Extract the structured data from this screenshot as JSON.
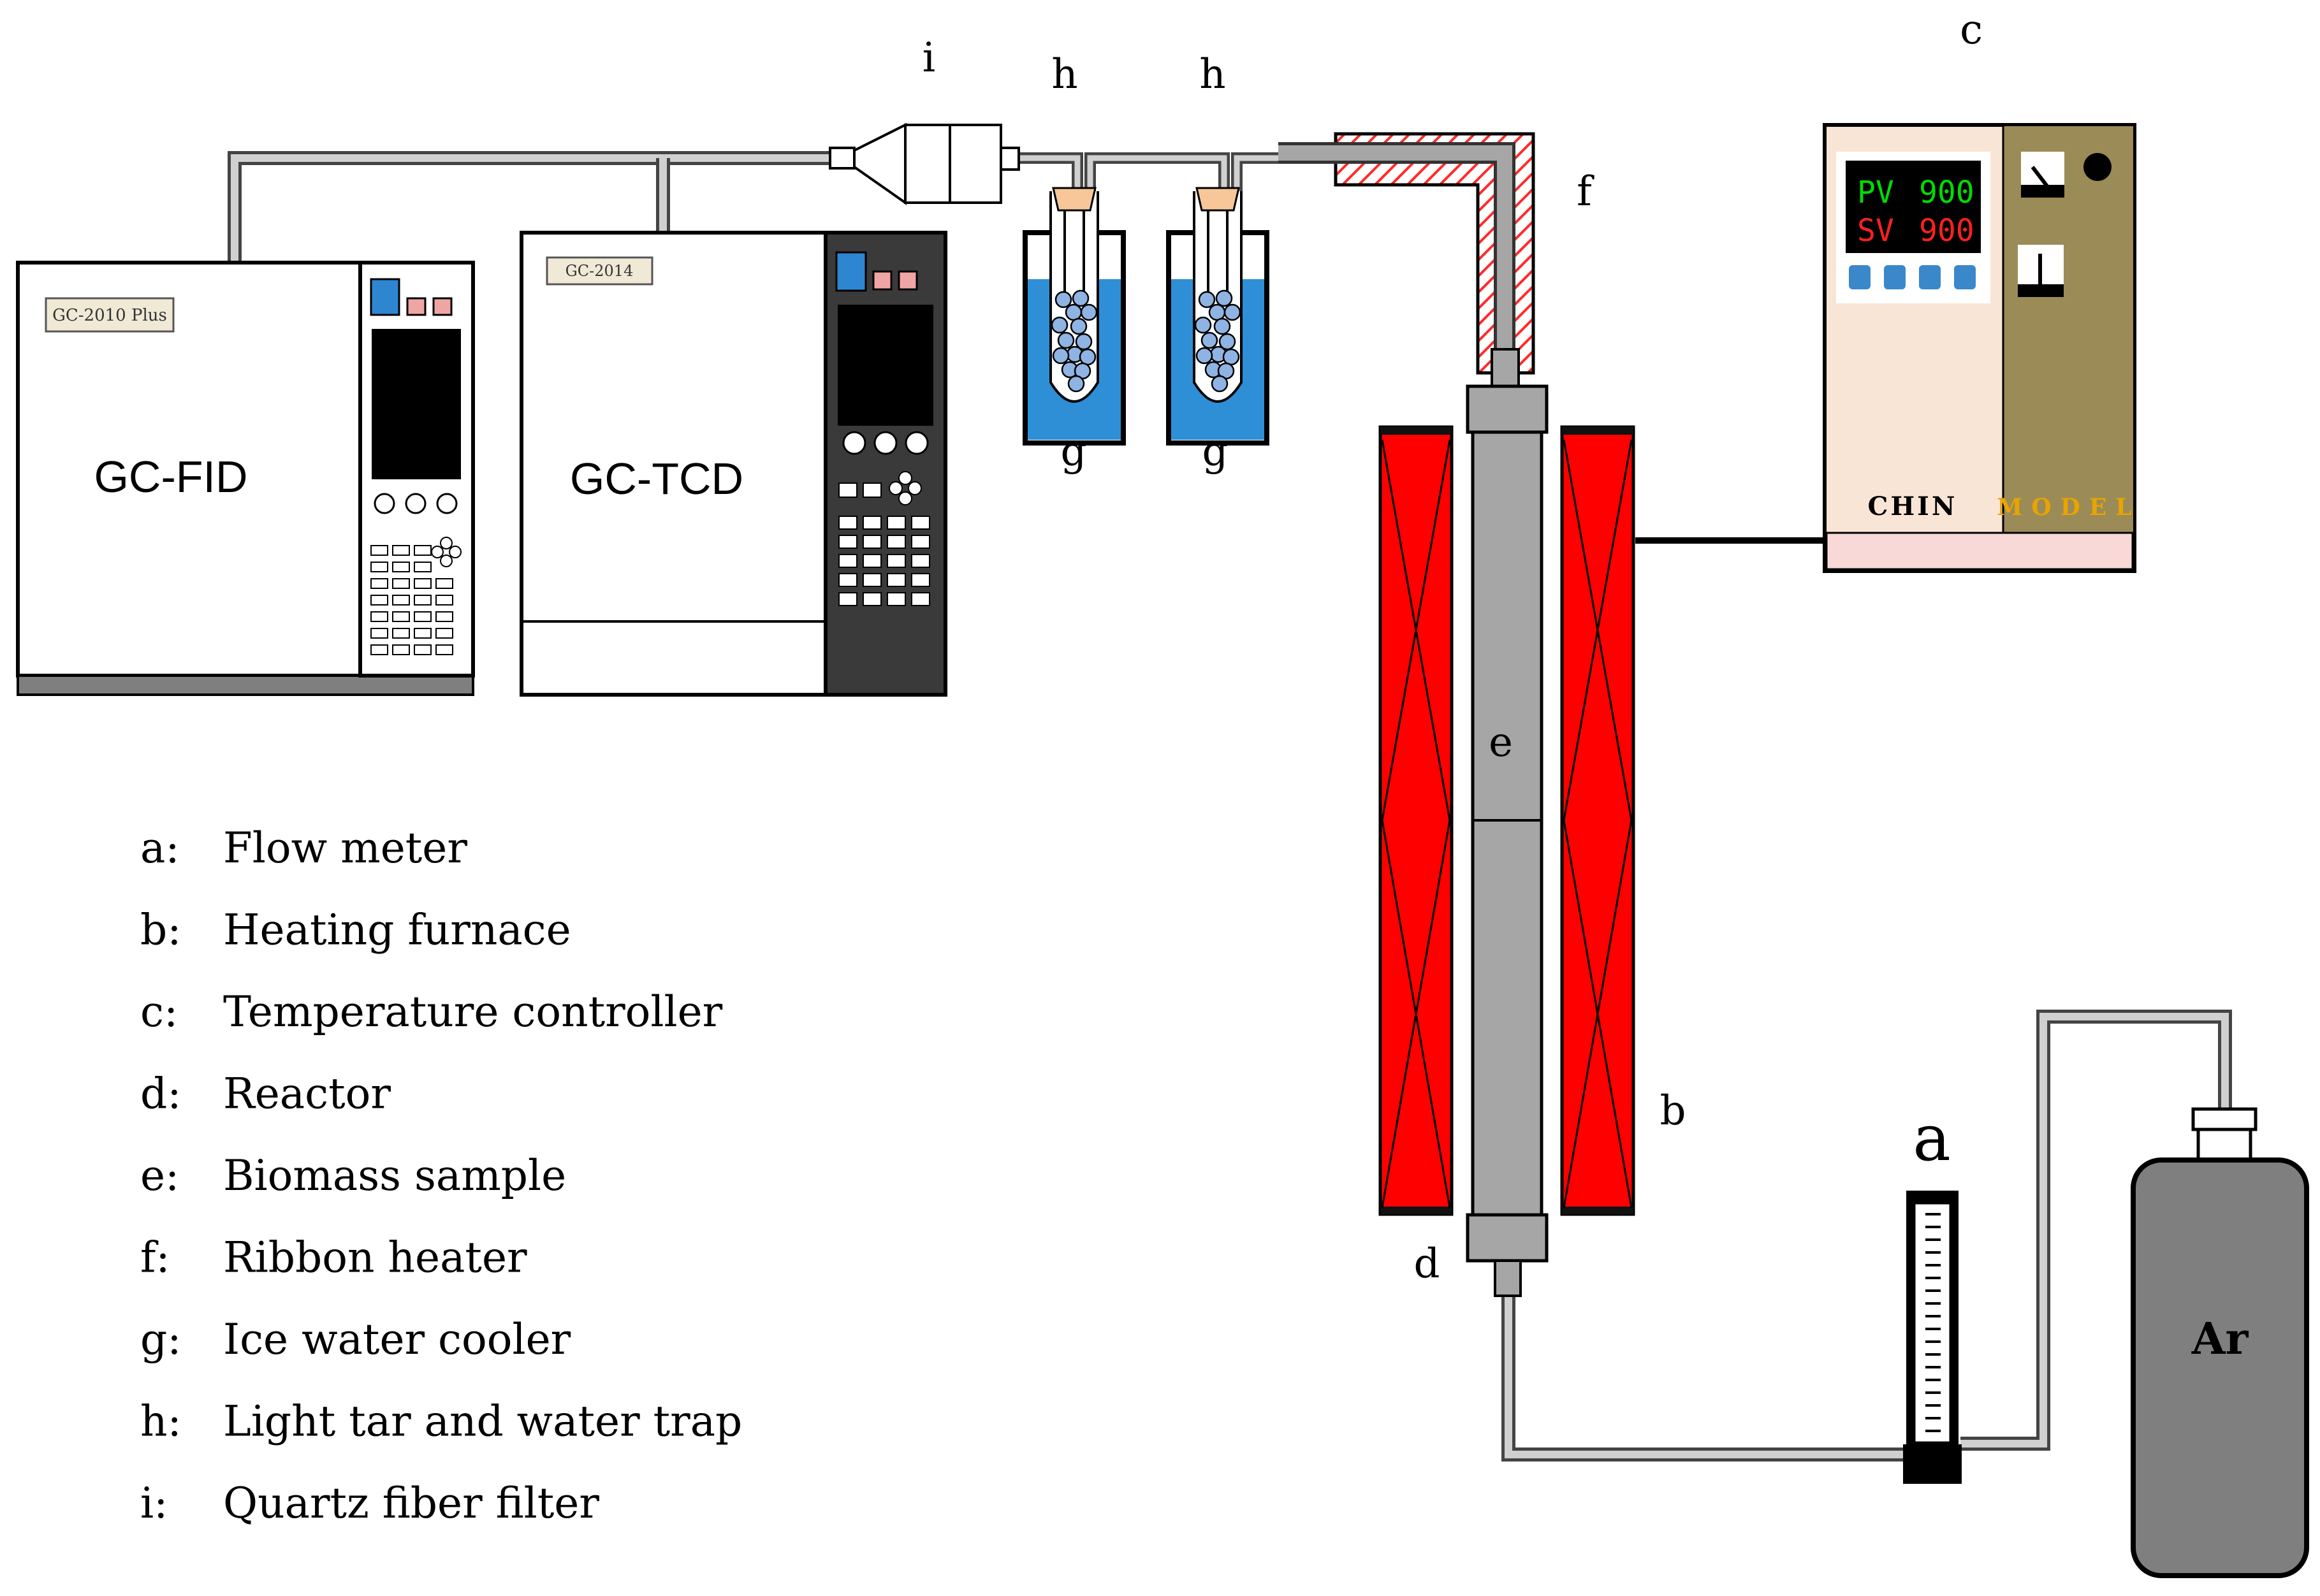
{
  "instruments": {
    "gc_fid": {
      "badge": "GC-2010 Plus",
      "name": "GC-FID"
    },
    "gc_tcd": {
      "badge": "GC-2014",
      "name": "GC-TCD"
    }
  },
  "controller": {
    "pv_label": "PV",
    "pv_value": "900",
    "sv_label": "SV",
    "sv_value": "900",
    "brand": "CHIN",
    "model": "MODEL"
  },
  "component_labels": {
    "a": "a",
    "b": "b",
    "c": "c",
    "d": "d",
    "e": "e",
    "f": "f",
    "g1": "g",
    "g2": "g",
    "h1": "h",
    "h2": "h",
    "i": "i"
  },
  "cylinder": {
    "gas": "Ar"
  },
  "legend": [
    {
      "key": "a:",
      "text": "Flow meter"
    },
    {
      "key": "b:",
      "text": "Heating furnace"
    },
    {
      "key": "c:",
      "text": "Temperature controller"
    },
    {
      "key": "d:",
      "text": "Reactor"
    },
    {
      "key": "e:",
      "text": "Biomass sample"
    },
    {
      "key": "f:",
      "text": "Ribbon heater"
    },
    {
      "key": "g:",
      "text": "Ice water cooler"
    },
    {
      "key": "h:",
      "text": "Light tar and water trap"
    },
    {
      "key": "i:",
      "text": "Quartz fiber filter"
    }
  ],
  "colors": {
    "furnace_red": "#ff0000",
    "reactor_gray": "#a6a6a6",
    "water_blue": "#2e8fd6",
    "pellet_blue": "#8fb4e3",
    "controller_panel": "#f9e5d6",
    "controller_side": "#9b8b57",
    "display_green": "#00dd00",
    "display_red": "#ff2020",
    "model_text": "#e8a400"
  }
}
